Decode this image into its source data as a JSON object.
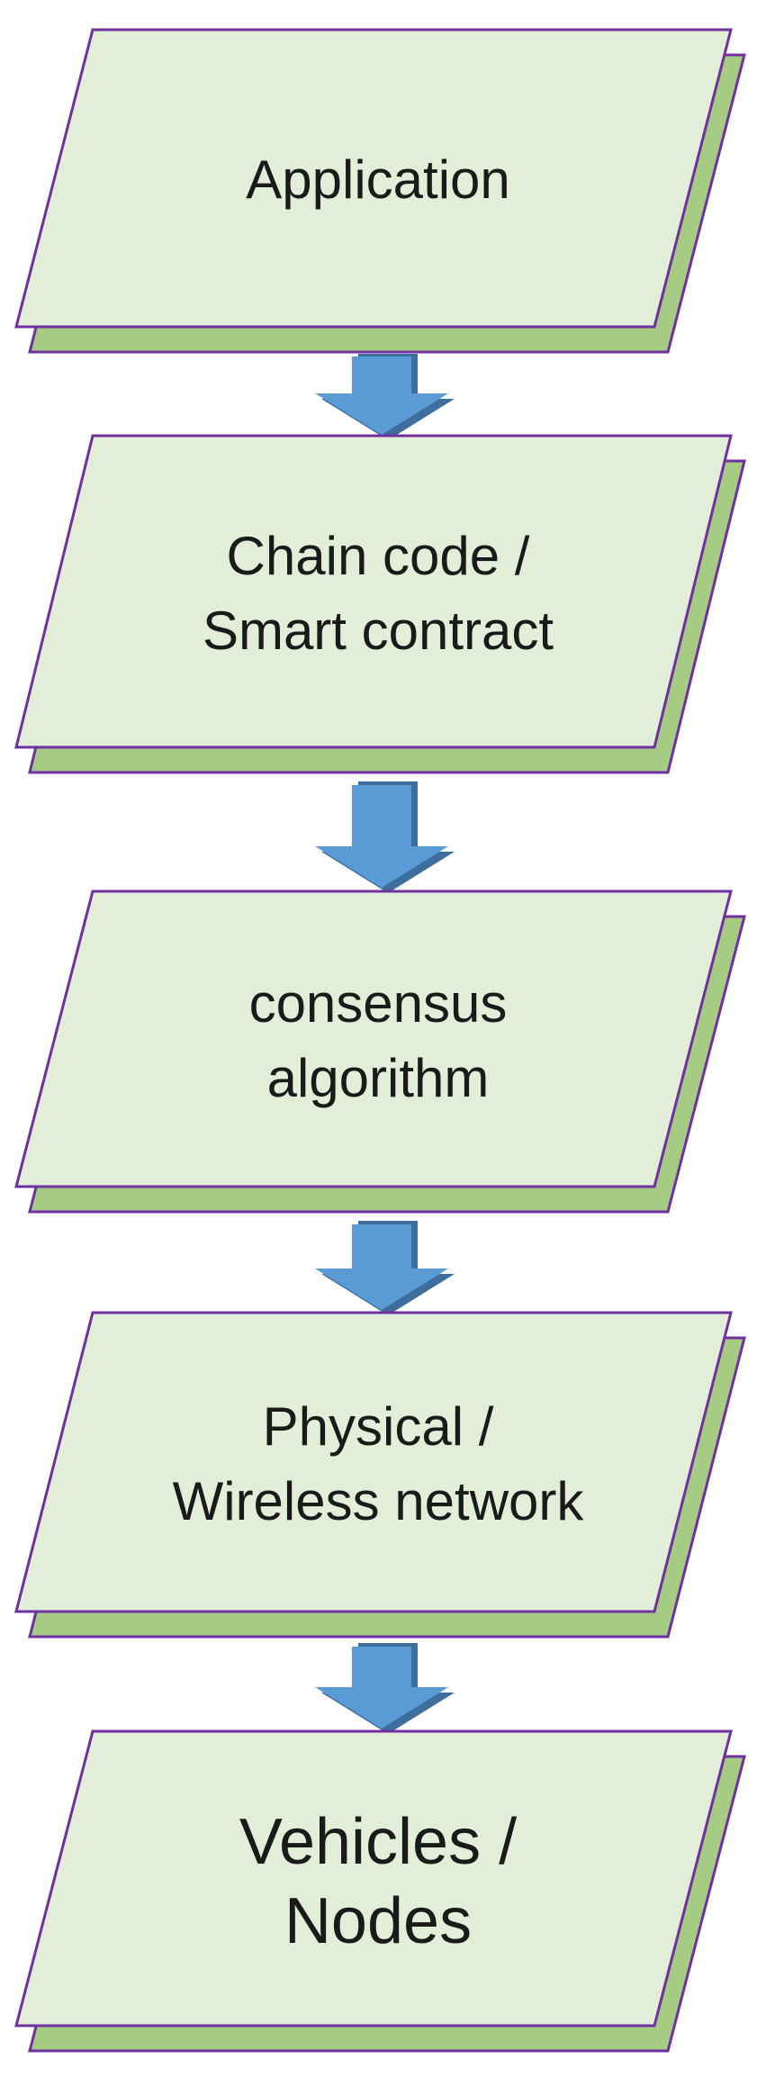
{
  "diagram": {
    "type": "flowchart",
    "description": "Vertical blockchain-for-vehicles layer stack, five parallelogram layers connected by downward arrows",
    "layers": [
      {
        "id": "application",
        "line1": "Application",
        "line2": ""
      },
      {
        "id": "chaincode",
        "line1": "Chain code /",
        "line2": "Smart contract"
      },
      {
        "id": "consensus",
        "line1": "consensus",
        "line2": "algorithm"
      },
      {
        "id": "physical-network",
        "line1": "Physical /",
        "line2": "Wireless network"
      },
      {
        "id": "vehicles-nodes",
        "line1": "Vehicles /",
        "line2": "Nodes"
      }
    ],
    "arrows": [
      {
        "from": "application",
        "to": "chaincode",
        "direction": "down"
      },
      {
        "from": "chaincode",
        "to": "consensus",
        "direction": "down"
      },
      {
        "from": "consensus",
        "to": "physical-network",
        "direction": "down"
      },
      {
        "from": "physical-network",
        "to": "vehicles-nodes",
        "direction": "down"
      }
    ],
    "colors": {
      "background": "#ffffff",
      "shape_fill": "#e3eed8",
      "shape_shadow_fill": "#a6cb83",
      "shape_border": "#7030a0",
      "arrow_fill": "#5b9bd5",
      "arrow_shadow_fill": "#3d6e9e",
      "text_color": "#1a1a1a"
    }
  }
}
